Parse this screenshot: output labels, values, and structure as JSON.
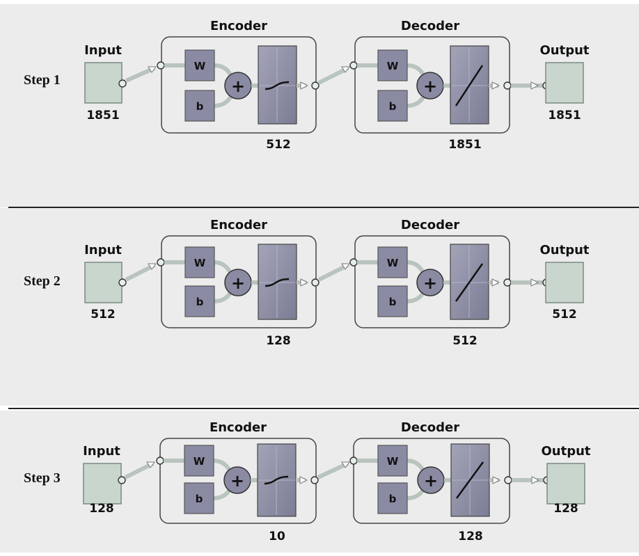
{
  "labels": {
    "input": "Input",
    "output": "Output",
    "encoder": "Encoder",
    "decoder": "Decoder",
    "weight": "W",
    "bias": "b",
    "plus": "+"
  },
  "steps": [
    {
      "label": "Step 1",
      "input_size": "1851",
      "encoder_size": "512",
      "decoder_size": "1851",
      "output_size": "1851"
    },
    {
      "label": "Step 2",
      "input_size": "512",
      "encoder_size": "128",
      "decoder_size": "512",
      "output_size": "512"
    },
    {
      "label": "Step 3",
      "input_size": "128",
      "encoder_size": "10",
      "decoder_size": "128",
      "output_size": "128"
    }
  ]
}
